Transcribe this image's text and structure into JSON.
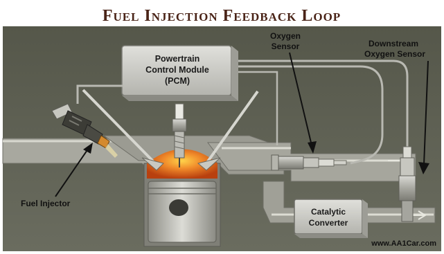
{
  "title": "Fuel Injection Feedback Loop",
  "pcm": {
    "line1": "Powertrain",
    "line2": "Control Module",
    "line3": "(PCM)"
  },
  "labels": {
    "oxygen_sensor_1": "Oxygen",
    "oxygen_sensor_2": "Sensor",
    "downstream_1": "Downstream",
    "downstream_2": "Oxygen Sensor",
    "fuel_injector": "Fuel Injector",
    "catalytic_1": "Catalytic",
    "catalytic_2": "Converter"
  },
  "watermark": "www.AA1Car.com",
  "colors": {
    "title": "#4a2418",
    "background": "#5f6154",
    "ports": "#9c9c92",
    "pcm_box": "#c9c9c4",
    "combustion_glow": "#e2631d",
    "wire": "#8f8f8a",
    "arrow": "#111111"
  }
}
